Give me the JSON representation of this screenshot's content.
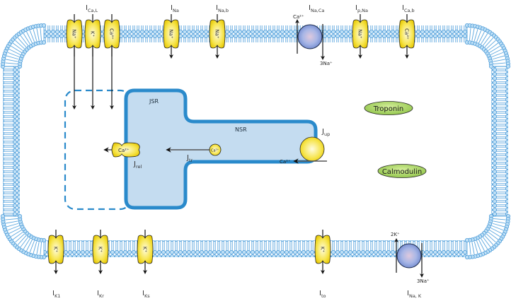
{
  "title": "Cardiac myocyte ion channel and calcium handling model",
  "colors": {
    "membrane": "#5aa6de",
    "membrane_light": "#d6eaf8",
    "sr_fill": "#c4dcf0",
    "sr_border": "#2a8acb",
    "channel_fill": "#f2dc1c",
    "channel_highlight": "#fffbd0",
    "exchanger_fill": "#8fa6dd",
    "protein_fill": "#a8d86a",
    "arrow": "#111111"
  },
  "top_channels": [
    {
      "id": "ical-na",
      "ion": "Na⁺",
      "current_main": "",
      "current_sub": ""
    },
    {
      "id": "ical-k",
      "ion": "K⁺",
      "current_main": "I",
      "current_sub": "Ca,L"
    },
    {
      "id": "ical-ca",
      "ion": "Ca²⁺",
      "current_main": "",
      "current_sub": ""
    },
    {
      "id": "ina",
      "ion": "Na⁺",
      "current_main": "I",
      "current_sub": "Na"
    },
    {
      "id": "inab",
      "ion": "Na⁺",
      "current_main": "I",
      "current_sub": "Na,b"
    },
    {
      "id": "ipna",
      "ion": "Na⁺",
      "current_main": "I",
      "current_sub": "p,Na"
    },
    {
      "id": "icab",
      "ion": "Ca²⁺",
      "current_main": "I",
      "current_sub": "Ca,b"
    }
  ],
  "ncx": {
    "current_main": "I",
    "current_sub": "Na,Ca",
    "in_ion": "Ca²⁺",
    "out_ion": "3Na⁺"
  },
  "bottom_channels": [
    {
      "id": "ik1",
      "ion": "K⁺",
      "current_main": "I",
      "current_sub": "K1"
    },
    {
      "id": "ikr",
      "ion": "K⁺",
      "current_main": "I",
      "current_sub": "Kr"
    },
    {
      "id": "iks",
      "ion": "K⁺",
      "current_main": "I",
      "current_sub": "Ks"
    },
    {
      "id": "ito",
      "ion": "K⁺",
      "current_main": "I",
      "current_sub": "to"
    }
  ],
  "nak": {
    "current_main": "I",
    "current_sub": "Na, K",
    "up_ion": "2K⁺",
    "down_ion": "3Na⁺"
  },
  "sr": {
    "jsr_label": "JSR",
    "nsr_label": "NSR",
    "ryr_ion": "Ca²⁺",
    "jrel_main": "J",
    "jrel_sub": "rel",
    "jtr_main": "J",
    "jtr_sub": "tr",
    "jtr_ion": "Ca²⁺",
    "jup_main": "J",
    "jup_sub": "up",
    "jup_ion": "Ca²⁺"
  },
  "proteins": [
    {
      "name": "Troponin"
    },
    {
      "name": "Calmodulin"
    }
  ]
}
